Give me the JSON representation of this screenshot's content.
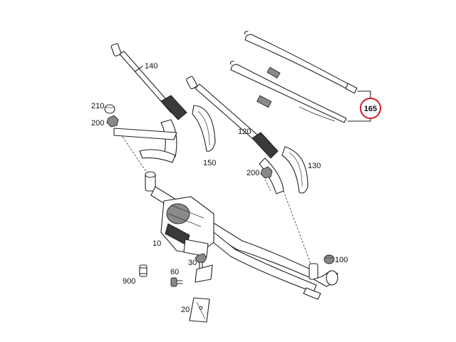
{
  "parts": {
    "wiper_blades_set": "165",
    "wiper_arm_left": "140",
    "wiper_arm_cap_left": "150",
    "wiper_arm_right": "120",
    "wiper_arm_cap_right": "130",
    "cap_small": "210",
    "nut_left": "200",
    "nut_right": "200",
    "wiper_linkage_motor": "10",
    "bolt_left": "900",
    "screw": "60",
    "bolt_mid": "30",
    "bracket": "20",
    "grommet": "100"
  },
  "highlight_color": "#cc1f1f"
}
